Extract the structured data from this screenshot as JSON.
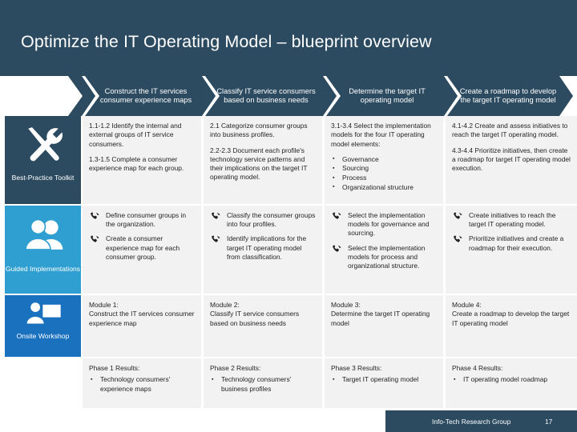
{
  "header": {
    "title": "Optimize the IT Operating Model – blueprint overview",
    "band_color": "#2c4b60"
  },
  "phases": [
    {
      "label": "Construct the IT services consumer experience maps"
    },
    {
      "label": "Classify IT service consumers based on business needs"
    },
    {
      "label": "Determine the target IT operating model"
    },
    {
      "label": "Create a roadmap to develop the target IT operating model"
    }
  ],
  "sidebar": {
    "items": [
      {
        "key": "best-practice-toolkit",
        "label": "Best-Practice Toolkit",
        "icon": "tools-icon",
        "color": "#2c4b60"
      },
      {
        "key": "guided-implementations",
        "label": "Guided Implementations",
        "icon": "people-group-icon",
        "color": "#2e9fd0"
      },
      {
        "key": "onsite-workshop",
        "label": "Onsite Workshop",
        "icon": "presenter-icon",
        "color": "#1a72bf"
      }
    ]
  },
  "toolkit": {
    "col1": [
      "1.1-1.2 Identify the internal and external groups of IT service consumers.",
      "1.3-1.5 Complete a consumer experience map for each group."
    ],
    "col2": [
      "2.1 Categorize consumer groups into business profiles.",
      "2.2-2.3 Document each profile's technology service patterns and their implications on the target IT operating model."
    ],
    "col3_intro": "3.1-3.4 Select the implementation models for the four IT operating model elements:",
    "col3_bullets": [
      "Governance",
      "Sourcing",
      "Process",
      "Organizational structure"
    ],
    "col4": [
      "4.1-4.2 Create and assess initiatives to reach the target IT operating model.",
      "4.3-4.4 Prioritize initiatives, then create a roadmap for target IT operating model execution."
    ]
  },
  "guided": {
    "col1": [
      "Define consumer groups in the organization.",
      "Create a consumer experience map for each consumer group."
    ],
    "col2": [
      "Classify the consumer groups into four profiles.",
      "Identify implications for the target IT operating model from classification."
    ],
    "col3": [
      "Select the implementation models for governance and sourcing.",
      "Select the implementation models for process and organizational structure."
    ],
    "col4": [
      "Create initiatives to reach the target IT operating model.",
      "Prioritize initiatives and create a roadmap for their execution."
    ]
  },
  "workshop": {
    "col1_title": "Module 1:",
    "col1_body": "Construct the IT services consumer experience map",
    "col2_title": "Module 2:",
    "col2_body": "Classify IT service consumers based on business needs",
    "col3_title": "Module 3:",
    "col3_body": "Determine the target IT operating model",
    "col4_title": "Module 4:",
    "col4_body": "Create a roadmap to develop the target IT operating model"
  },
  "results": {
    "col1_title": "Phase 1 Results:",
    "col1_bullets": [
      "Technology consumers' experience maps"
    ],
    "col2_title": "Phase 2 Results:",
    "col2_bullets": [
      "Technology consumers' business profiles"
    ],
    "col3_title": "Phase 3 Results:",
    "col3_bullets": [
      "Target IT operating model"
    ],
    "col4_title": "Phase 4 Results:",
    "col4_bullets": [
      "IT operating model roadmap"
    ]
  },
  "footer": {
    "company": "Info-Tech Research Group",
    "page": "17"
  }
}
